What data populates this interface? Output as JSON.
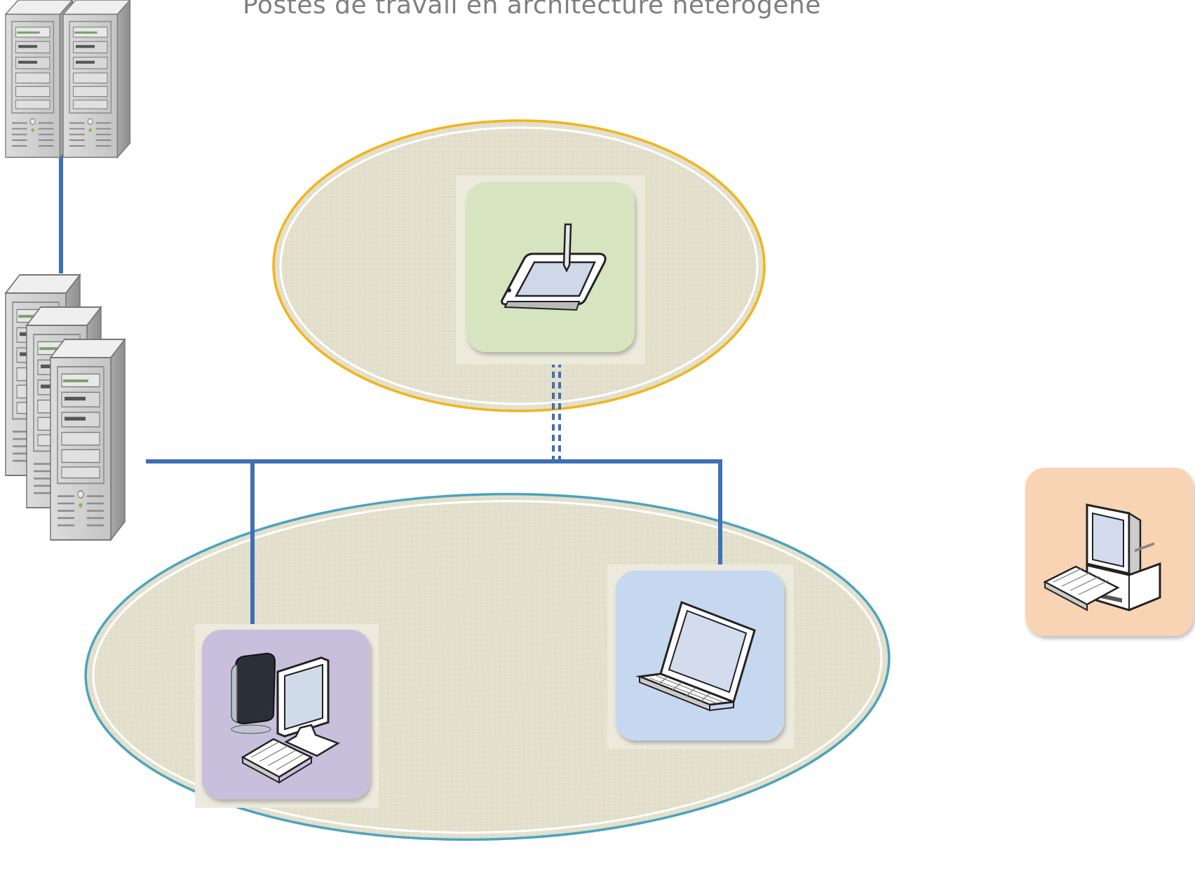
{
  "diagram": {
    "title": "Postes de travail en architecture hétérogène",
    "colors": {
      "network_line": "#3f6fb6",
      "zone_fill": "#e3e0cc",
      "zone_top_outline": "#f2b418",
      "zone_bottom_outline": "#4aa3c0",
      "tablet_tile": "#d6e4c0",
      "thin_client_tile": "#c8bfdc",
      "laptop_tile": "#c6d8ef",
      "desktop_tile": "#f8d4b4"
    },
    "nodes": [
      {
        "id": "server-pair",
        "icon": "server-rack-icon"
      },
      {
        "id": "server-cluster",
        "icon": "server-cluster-icon"
      },
      {
        "id": "tablet",
        "icon": "tablet-pen-icon"
      },
      {
        "id": "thin-client",
        "icon": "thin-client-workstation-icon"
      },
      {
        "id": "laptop",
        "icon": "laptop-icon"
      },
      {
        "id": "desktop",
        "icon": "desktop-computer-icon"
      }
    ],
    "links": [
      {
        "from": "server-pair",
        "to": "server-cluster",
        "style": "solid"
      },
      {
        "from": "server-cluster",
        "to": "thin-client",
        "style": "solid"
      },
      {
        "from": "server-cluster",
        "to": "laptop",
        "style": "solid"
      },
      {
        "from": "server-cluster",
        "to": "tablet",
        "style": "dashed"
      }
    ]
  }
}
